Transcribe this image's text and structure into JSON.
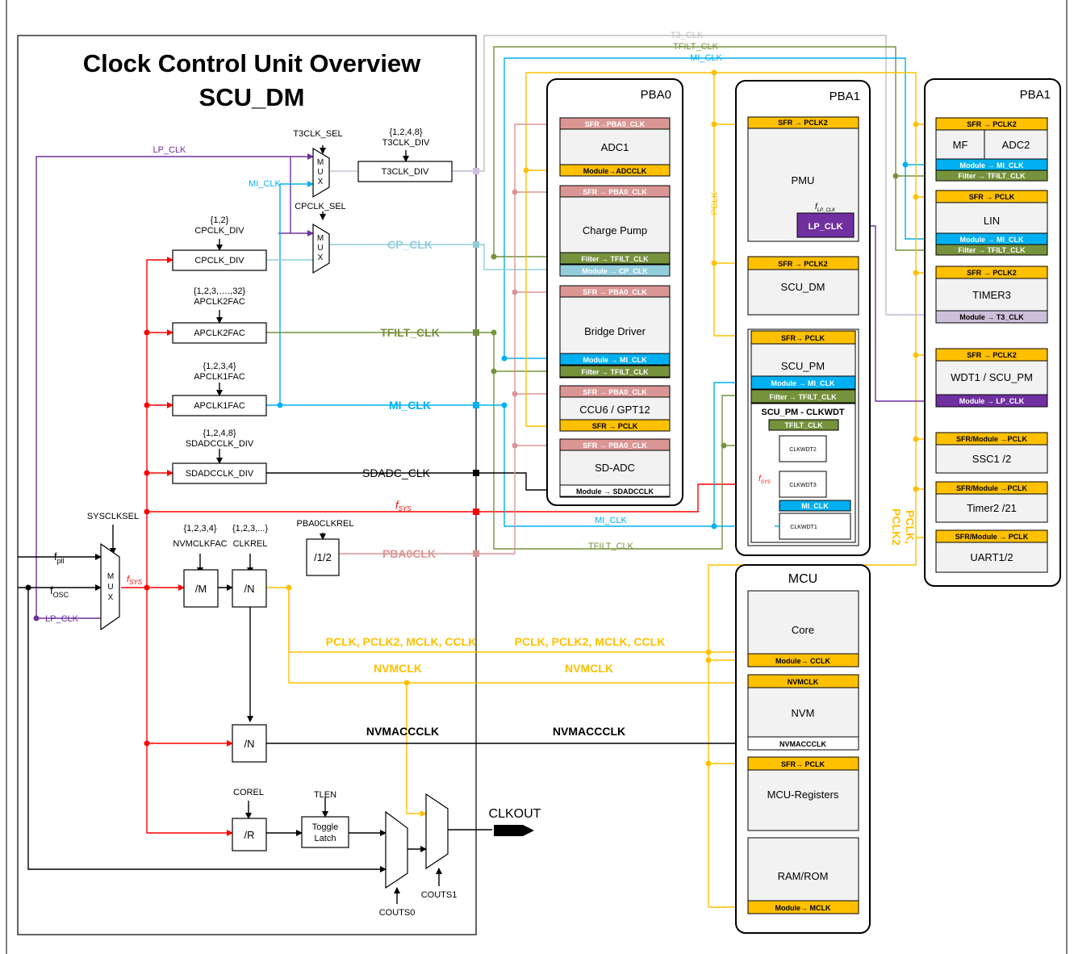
{
  "title": {
    "line1": "Clock Control Unit Overview",
    "line2": "SCU_DM"
  },
  "colors": {
    "red": "#ff0000",
    "purple": "#7030a0",
    "cyan": "#00b0f0",
    "lightblue": "#92cddc",
    "green": "#76923c",
    "gray": "#bfbfbf",
    "yellow": "#ffc000",
    "pink": "#da9694",
    "lavender": "#ccc0da",
    "block": "#f2f2f2"
  },
  "inputs": {
    "fpll": "f",
    "fpll_sub": "pll",
    "fosc": "f",
    "fosc_sub": "OSC",
    "lp_clk": "LP_CLK"
  },
  "mux": {
    "letters": [
      "M",
      "U",
      "X"
    ]
  },
  "left": {
    "sysclksel": "SYSCLKSEL",
    "fsys": "f",
    "fsys_sub": "SYS",
    "t3clk_sel": "T3CLK_SEL",
    "t3clk_div_vals": "{1,2,4,8}",
    "t3clk_div_label": "T3CLK_DIV",
    "t3clk_div_box": "T3CLK_DIV",
    "cpclk_sel": "CPCLK_SEL",
    "cpclk_div_vals": "{1,2}",
    "cpclk_div_label": "CPCLK_DIV",
    "cpclk_div_box": "CPCLK_DIV",
    "apclk2_vals": "{1,2,3,….,32}",
    "apclk2_label": "APCLK2FAC",
    "apclk2_box": "APCLK2FAC",
    "apclk1_vals": "{1,2,3,4}",
    "apclk1_label": "APCLK1FAC",
    "apclk1_box": "APCLK1FAC",
    "sdadc_vals": "{1,2,4,8}",
    "sdadc_label": "SDADCCLK_DIV",
    "sdadc_box": "SDADCCLK_DIV",
    "nvmclkfac_vals": "{1,2,3,4}",
    "nvmclkfac_label": "NVMCLKFAC",
    "clkrel_vals": "{1,2,3,...}",
    "clkrel_label": "CLKREL",
    "pba0clkrel": "PBA0CLKREL",
    "div_m": "/M",
    "div_n1": "/N",
    "div_n2": "/N",
    "div_half": "/1/2",
    "div_r": "/R",
    "corel": "COREL",
    "tlen": "TLEN",
    "toggle1": "Toggle",
    "toggle2": "Latch",
    "couts0": "COUTS0",
    "couts1": "COUTS1",
    "clkout": "CLKOUT"
  },
  "signals": {
    "lp_clk": "LP_CLK",
    "mi_clk": "MI_CLK",
    "t3_clk": "T3_CLK",
    "tfilt_clk": "TFILT_CLK",
    "cp_clk": "CP_CLK",
    "tfilt_clk_lbl": "TFILT_CLK",
    "mi_clk_lbl": "MI_CLK",
    "sdadc_clk": "SDADC_CLK",
    "fsys": "f",
    "fsys_sub": "SYS",
    "pba0clk": "PBA0CLK",
    "pclk_group": "PCLK, PCLK2, MCLK, CCLK",
    "nvmclk": "NVMCLK",
    "nvmacclk": "NVMACCCLK",
    "mi_clk_bottom": "MI_CLK",
    "tfilt_clk_bottom": "TFILT_CLK",
    "pclk_vert": "PCLK",
    "pclk_pclk2_1": "PCLK,",
    "pclk_pclk2_2": "PCLK2"
  },
  "pba0": {
    "title": "PBA0",
    "blocks": [
      {
        "name": "ADC1",
        "bars": [
          "SFR→PBA0_CLK",
          "Module→ADCCLK"
        ]
      },
      {
        "name": "Charge Pump",
        "bars": [
          "SFR → PBA0_CLK",
          "Filter → TFILT_CLK",
          "Module → CP_CLK"
        ]
      },
      {
        "name": "Bridge Driver",
        "bars": [
          "SFR → PBA0_CLK",
          "Module → MI_CLK",
          "Filter → TFILT_CLK"
        ]
      },
      {
        "name": "CCU6 / GPT12",
        "bars": [
          "SFR → PBA0_CLK",
          "SFR → PCLK"
        ]
      },
      {
        "name": "SD-ADC",
        "bars": [
          "SFR → PBA0_CLK",
          "Module → SDADCCLK"
        ]
      }
    ]
  },
  "pba1a": {
    "title": "PBA1",
    "pmu": {
      "name": "PMU",
      "bar": "SFR → PCLK2",
      "flp": "f",
      "flp_sub": "LP_CLK",
      "lpclk": "LP_CLK"
    },
    "scudm": {
      "name": "SCU_DM",
      "bar": "SFR → PCLK2"
    },
    "scupm": {
      "name": "SCU_PM",
      "bars": [
        "SFR→ PCLK",
        "Module → MI_CLK",
        "Filter → TFILT_CLK"
      ],
      "clkwdt_title": "SCU_PM - CLKWDT",
      "tfilt": "TFILT_CLK",
      "clkwdt2": "CLKWDT2",
      "clkwdt3": "CLKWDT3",
      "mi": "MI_CLK",
      "clkwdt1": "CLKWDT1",
      "fsys": "f",
      "fsys_sub": "SYS"
    }
  },
  "mcu": {
    "title": "MCU",
    "blocks": [
      {
        "name": "Core",
        "bar": "Module→ CCLK"
      },
      {
        "name": "NVM",
        "bars": [
          "NVMCLK",
          "NVMACCCLK"
        ]
      },
      {
        "name": "MCU-Registers",
        "bar": "SFR→ PCLK"
      },
      {
        "name": "RAM/ROM",
        "bar": "Module→ MCLK"
      }
    ]
  },
  "pba1b": {
    "title": "PBA1",
    "blocks": [
      {
        "name": "MF",
        "name2": "ADC2",
        "bars": [
          "SFR → PCLK2",
          "Module → MI_CLK",
          "Filter → TFILT_CLK"
        ]
      },
      {
        "name": "LIN",
        "bars": [
          "SFR → PCLK",
          "Module → MI_CLK",
          "Filter → TFILT_CLK"
        ]
      },
      {
        "name": "TIMER3",
        "bars": [
          "SFR → PCLK2",
          "Module → T3_CLK"
        ]
      },
      {
        "name": "WDT1 / SCU_PM",
        "bars": [
          "SFR → PCLK2",
          "Module → LP_CLK"
        ]
      },
      {
        "name": "SSC1 /2",
        "bar": "SFR/Module →PCLK"
      },
      {
        "name": "Timer2 /21",
        "bar": "SFR/Module →PCLK"
      },
      {
        "name": "UART1/2",
        "bar": "SFR/Module → PCLK"
      }
    ]
  }
}
